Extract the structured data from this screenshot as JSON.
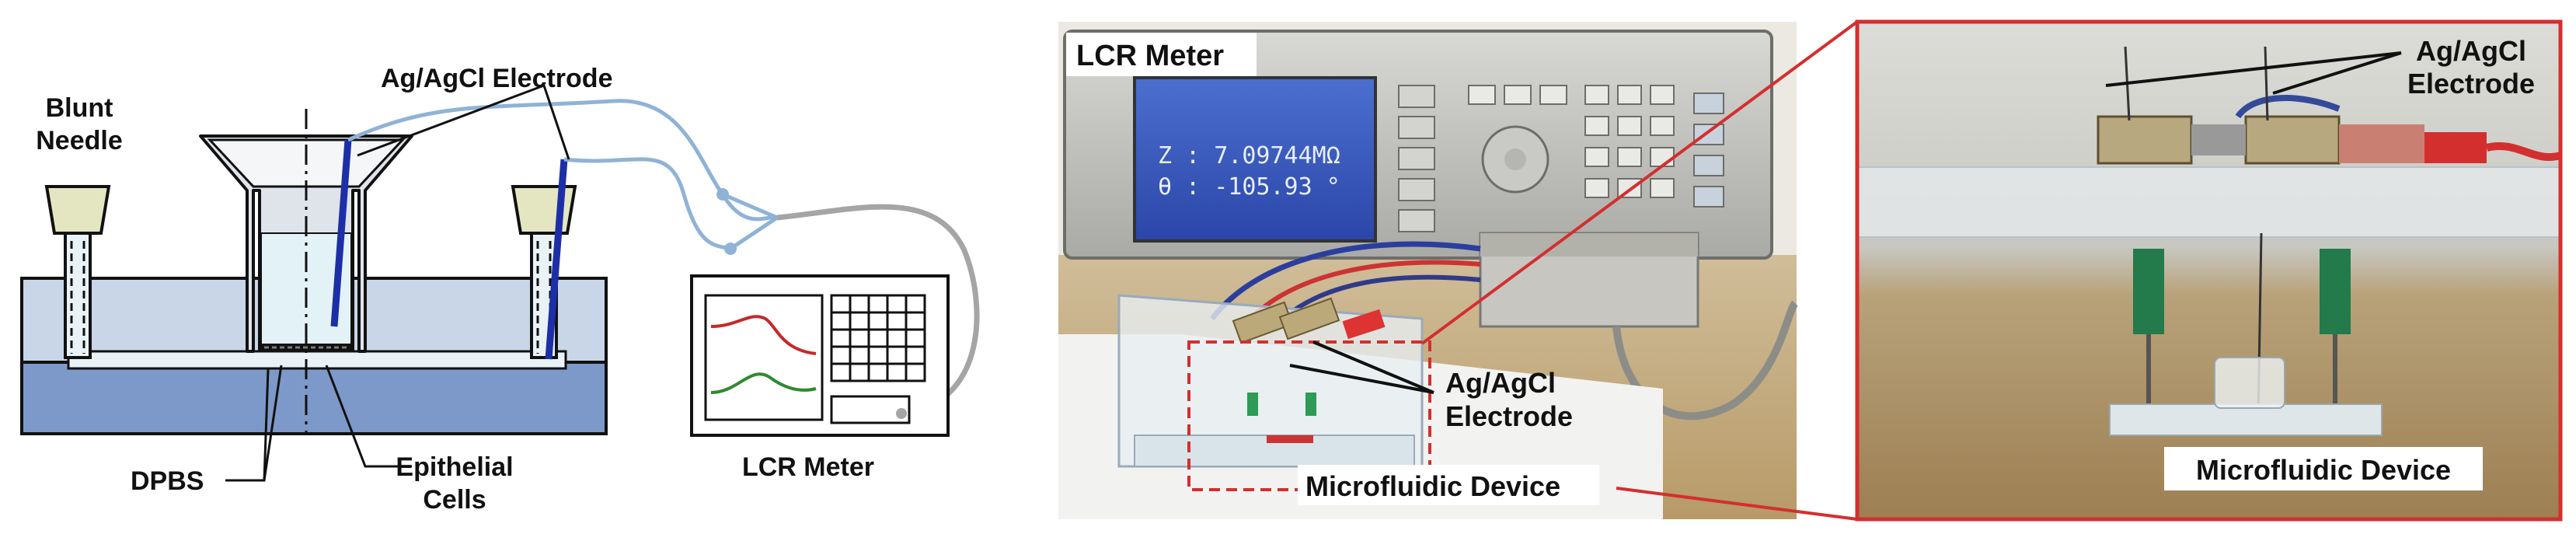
{
  "panels": {
    "schematic": {
      "labels": {
        "blunt_needle_1": "Blunt",
        "blunt_needle_2": "Needle",
        "electrode": "Ag/AgCl Electrode",
        "dpbs": "DPBS",
        "epithelial_1": "Epithelial",
        "epithelial_2": "Cells",
        "lcr_meter": "LCR Meter"
      },
      "meter_display": {
        "colors": {
          "red": "#c62828",
          "green": "#2e8b2e"
        }
      }
    },
    "photo_setup": {
      "labels": {
        "lcr_meter": "LCR Meter",
        "electrode_1": "Ag/AgCl",
        "electrode_2": "Electrode",
        "device": "Microfluidic Device"
      },
      "screen": {
        "line1": "Z : 7.09744MΩ",
        "line2": "θ : -105.93 °"
      }
    },
    "photo_zoom": {
      "labels": {
        "electrode_1": "Ag/AgCl",
        "electrode_2": "Electrode",
        "device": "Microfluidic Device"
      },
      "border_color": "#d32f2f"
    }
  }
}
